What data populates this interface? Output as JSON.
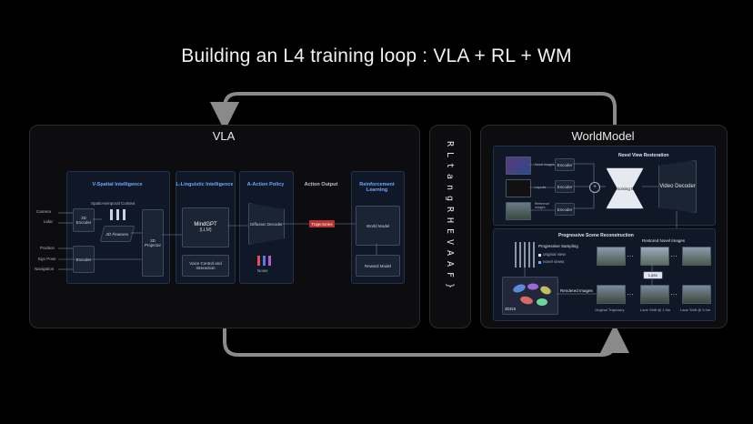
{
  "title": "Building an L4 training loop : VLA + RL + WM",
  "vla": {
    "title": "VLA",
    "inputs": [
      "Camera",
      "Lidar",
      "Position",
      "Ego Pose",
      "Navigation"
    ],
    "spatial": {
      "title": "V-Spatial Intelligence",
      "context": "Spatio-temporal Context",
      "encoder3d": "3D Encoder",
      "features3d": "3D Features",
      "projector3d": "3D Projector",
      "encoder": "Encoder"
    },
    "linguistic": {
      "title": "L-Linguistic Intelligence",
      "model": "MindGPT",
      "model_sub": "(LLM)",
      "voice": "Voice Control and Interaction"
    },
    "action": {
      "title": "A-Action Policy",
      "decoder": "Diffusion Decoder",
      "noise": "Noise"
    },
    "output": {
      "title": "Action Output",
      "tag": "Trajectories"
    },
    "rl": {
      "title": "Reinforcement Learning",
      "world_model": "World Model",
      "reward": "Reward Model"
    }
  },
  "rl_column": {
    "chars": [
      "R",
      "L",
      "t",
      "a",
      "n",
      "g",
      "R",
      "H",
      "E",
      "V",
      "A",
      "A",
      "F",
      "}"
    ]
  },
  "worldmodel": {
    "title": "WorldModel",
    "nvr": {
      "title": "Novel View Restoration",
      "inputs": [
        "Novel Images",
        "Layouts",
        "Reference Images"
      ],
      "encoder": "Encoder",
      "dit": "Denoising DiT",
      "decoder": "Video Decoder"
    },
    "psr": {
      "title": "Progressive Scene Reconstruction",
      "sampling": "Progressive Sampling",
      "original_view": "original view",
      "novel_views": "novel views",
      "restored": "Restored Novel Images",
      "rendered": "Rendered Images",
      "gs": "3DGS",
      "loss": "Loss",
      "captions": [
        "Original Trajectory",
        "Lane Shift @ 1.5m",
        "Lane Shift @ 3.0m"
      ]
    }
  },
  "colors": {
    "accent_blue": "#6fa8ff",
    "tag_red": "#b8322f",
    "panel_bg": "#0d0d0f",
    "arrow": "#8a8a8a"
  }
}
